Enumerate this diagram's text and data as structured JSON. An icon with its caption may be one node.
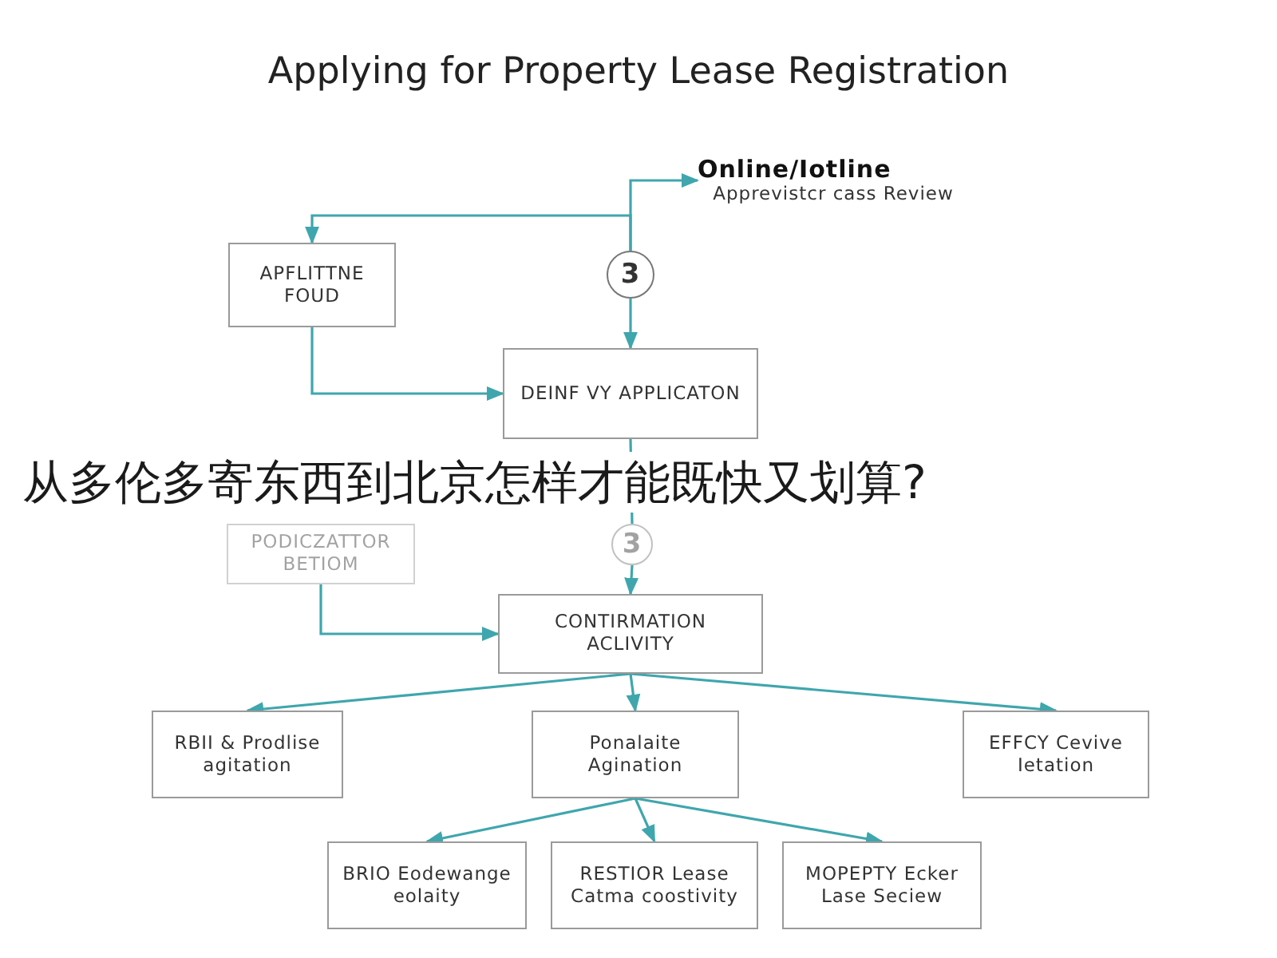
{
  "diagram": {
    "title": "Applying for Property Lease Registration",
    "nodes": [
      {
        "text": [
          "Online/Iotline",
          "Apprevistcr cass Review"
        ]
      },
      {
        "text": [
          "APFLITTNE FOUD"
        ]
      },
      {
        "text": [
          "3"
        ]
      },
      {
        "text": [
          "DEINF VY APPLICATON"
        ]
      },
      {
        "text": [
          "PODICZATTOR BETIOM"
        ]
      },
      {
        "text": [
          "3"
        ]
      },
      {
        "text": [
          "CONTIRMATION ACLIVITY"
        ]
      },
      {
        "text": [
          "RBII & Prodlise agitation"
        ]
      },
      {
        "text": [
          "Ponalaite Agination"
        ]
      },
      {
        "text": [
          "EFFCY Cevive Ietation"
        ]
      },
      {
        "text": [
          "BRIO Eodewange eolaity"
        ]
      },
      {
        "text": [
          "RESTIOR Lease Catma coostivity"
        ]
      },
      {
        "text": [
          "MOPEPTY Ecker Lase Seciew"
        ]
      }
    ],
    "edges": [
      {
        "from": 2,
        "to": 0,
        "arrow": "to"
      },
      {
        "from": 2,
        "to": 1,
        "arrow": "to"
      },
      {
        "from": 2,
        "to": 3,
        "arrow": "to"
      },
      {
        "from": 1,
        "to": 3,
        "arrow": "to"
      },
      {
        "from": 3,
        "to": 5,
        "arrow": "none"
      },
      {
        "from": 5,
        "to": 6,
        "arrow": "to"
      },
      {
        "from": 4,
        "to": 6,
        "arrow": "to"
      },
      {
        "from": 6,
        "to": 7,
        "arrow": "to"
      },
      {
        "from": 6,
        "to": 8,
        "arrow": "to"
      },
      {
        "from": 6,
        "to": 9,
        "arrow": "to"
      },
      {
        "from": 8,
        "to": 10,
        "arrow": "to"
      },
      {
        "from": 8,
        "to": 11,
        "arrow": "to"
      },
      {
        "from": 8,
        "to": 12,
        "arrow": "to"
      }
    ],
    "labels": [
      "从多伦多寄东西到北京怎样才能既快又划算?"
    ]
  }
}
